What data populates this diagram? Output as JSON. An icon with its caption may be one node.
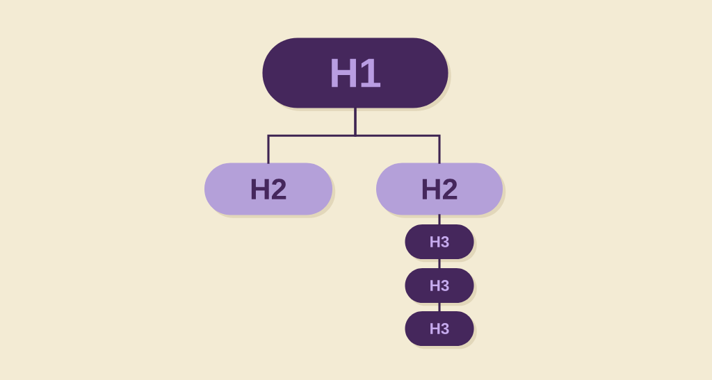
{
  "diagram": {
    "nodes": [
      {
        "text": [
          "H1"
        ]
      },
      {
        "text": [
          "H2"
        ]
      },
      {
        "text": [
          "H2"
        ]
      },
      {
        "text": [
          "H3"
        ]
      },
      {
        "text": [
          "H3"
        ]
      },
      {
        "text": [
          "H3"
        ]
      }
    ],
    "edges": [
      {
        "from": 0,
        "to": 1,
        "arrow": "none"
      },
      {
        "from": 0,
        "to": 2,
        "arrow": "none"
      },
      {
        "from": 2,
        "to": 3,
        "arrow": "none"
      },
      {
        "from": 3,
        "to": 4,
        "arrow": "none"
      },
      {
        "from": 4,
        "to": 5,
        "arrow": "none"
      }
    ]
  }
}
